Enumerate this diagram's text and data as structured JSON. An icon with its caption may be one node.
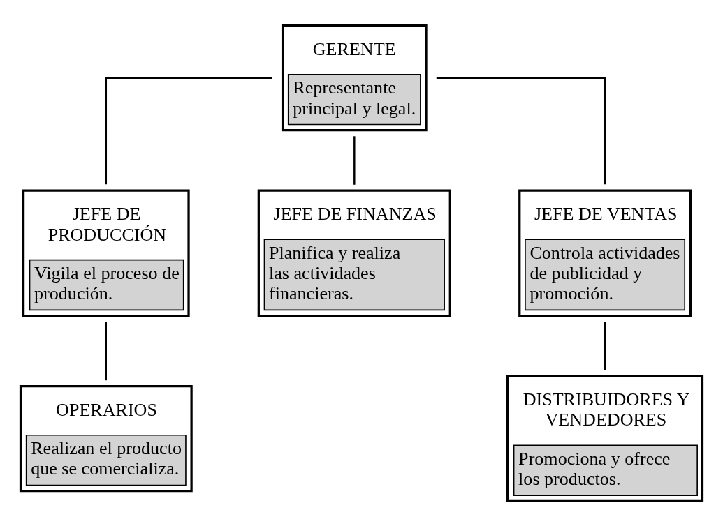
{
  "diagram": {
    "nodes": [
      {
        "text": [
          "GERENTE",
          "Representante principal y legal."
        ]
      },
      {
        "text": [
          "JEFE DE PRODUCCIÓN",
          "Vigila el proceso de produción."
        ]
      },
      {
        "text": [
          "JEFE DE FINANZAS",
          "Planifica y realiza las actividades financieras."
        ]
      },
      {
        "text": [
          "JEFE DE VENTAS",
          "Controla actividades de publicidad y promoción."
        ]
      },
      {
        "text": [
          "OPERARIOS",
          "Realizan el producto que se comercializa."
        ]
      },
      {
        "text": [
          "DISTRIBUIDORES Y VENDEDORES",
          "Promociona y ofrece los productos."
        ]
      }
    ],
    "edges": [
      {
        "from": 0,
        "to": 1,
        "arrow": "none"
      },
      {
        "from": 0,
        "to": 2,
        "arrow": "none"
      },
      {
        "from": 0,
        "to": 3,
        "arrow": "none"
      },
      {
        "from": 1,
        "to": 4,
        "arrow": "none"
      },
      {
        "from": 3,
        "to": 5,
        "arrow": "none"
      }
    ]
  }
}
